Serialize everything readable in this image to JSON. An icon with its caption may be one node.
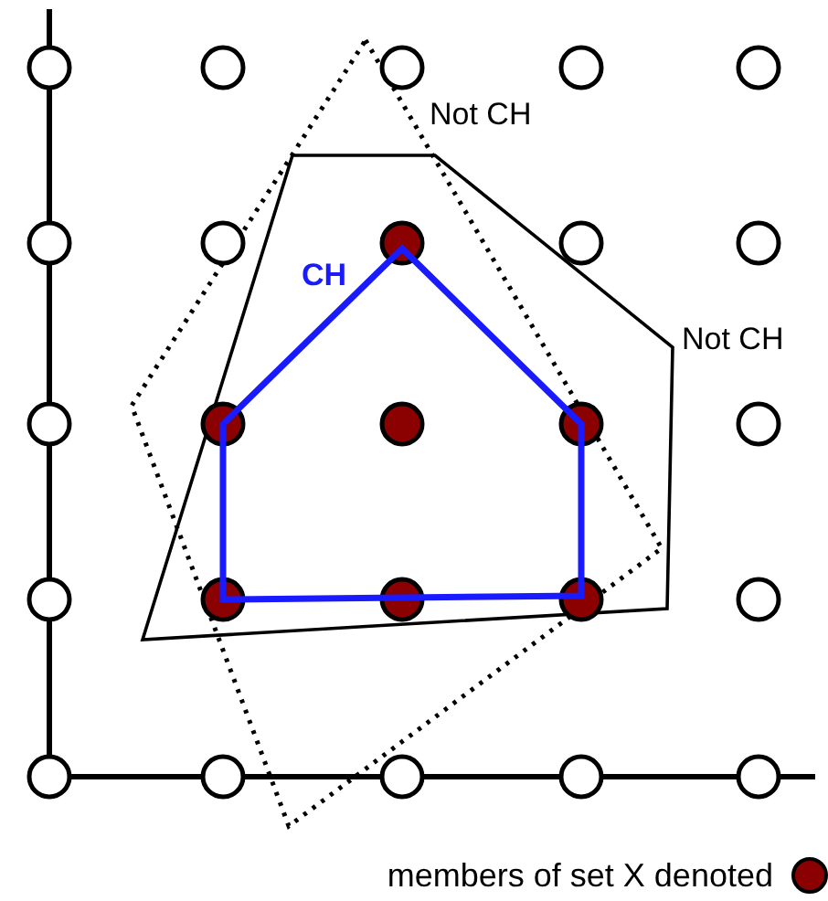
{
  "diagram": {
    "labels": [
      "Not CH",
      "CH",
      "Not CH"
    ],
    "legend": [
      {
        "text": "members of set X denoted",
        "color": "#8b0000"
      }
    ]
  }
}
